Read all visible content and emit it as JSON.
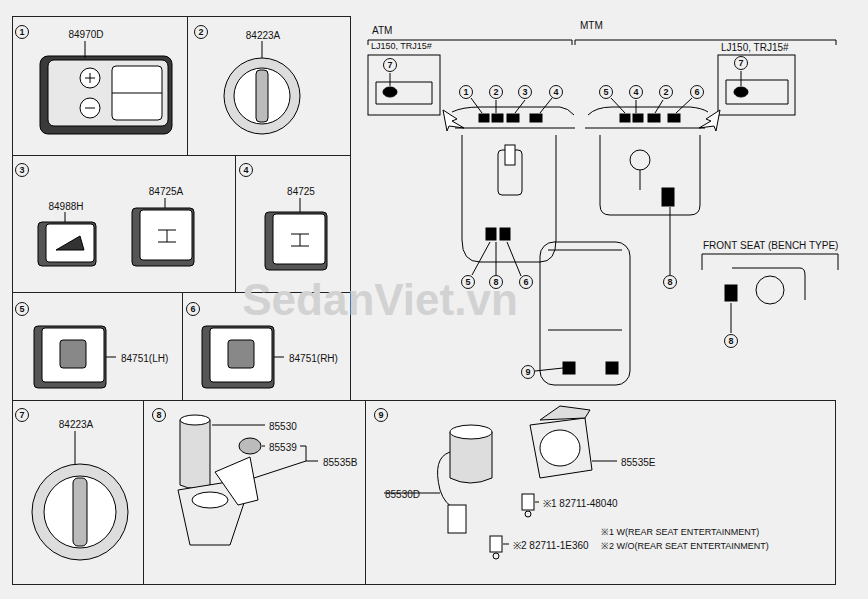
{
  "diagram": {
    "nodes": [
      {
        "text": [
          "1",
          "84970D"
        ]
      },
      {
        "text": [
          "2",
          "84223A"
        ]
      },
      {
        "text": [
          "3",
          "84988H",
          "84725A"
        ]
      },
      {
        "text": [
          "4",
          "84725"
        ]
      },
      {
        "text": [
          "5",
          "84751(LH)"
        ]
      },
      {
        "text": [
          "6",
          "84751(RH)"
        ]
      },
      {
        "text": [
          "7",
          "84223A"
        ]
      },
      {
        "text": [
          "8",
          "85530",
          "85539",
          "85535B"
        ]
      },
      {
        "text": [
          "9",
          "85530D",
          "85535E",
          "※1 82711-48040",
          "※2 82711-1E360",
          "※1 W(REAR SEAT ENTERTAINMENT)",
          "※2 W/O(REAR SEAT ENTERTAINMENT)"
        ]
      },
      {
        "text": [
          "LJ150, TRJ15#",
          "7"
        ]
      },
      {
        "text": [
          "LJ150, TRJ15#",
          "7"
        ]
      }
    ],
    "labels": [
      "ATM",
      "MTM",
      "1",
      "2",
      "3",
      "4",
      "5",
      "8",
      "6",
      "5",
      "4",
      "2",
      "6",
      "8",
      "9",
      "FRONT SEAT (BENCH TYPE)",
      "8",
      "SedanViet.vn"
    ]
  }
}
